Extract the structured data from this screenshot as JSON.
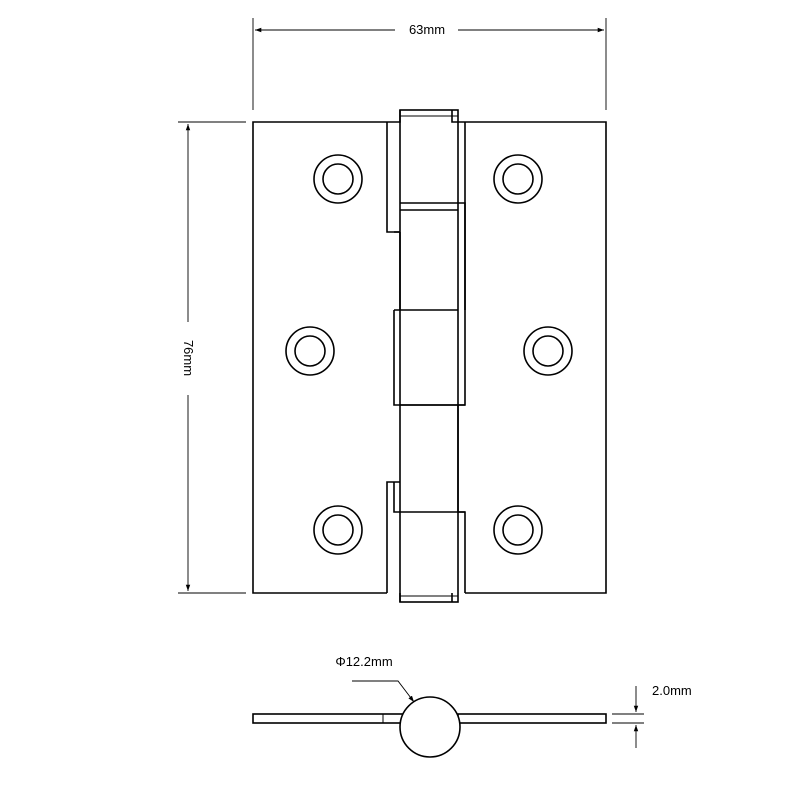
{
  "dimensions": {
    "width": "63mm",
    "height": "76mm",
    "knuckle_diameter": "Φ12.2mm",
    "leaf_thickness": "2.0mm"
  },
  "colors": {
    "line": "#000000",
    "background": "#ffffff"
  }
}
